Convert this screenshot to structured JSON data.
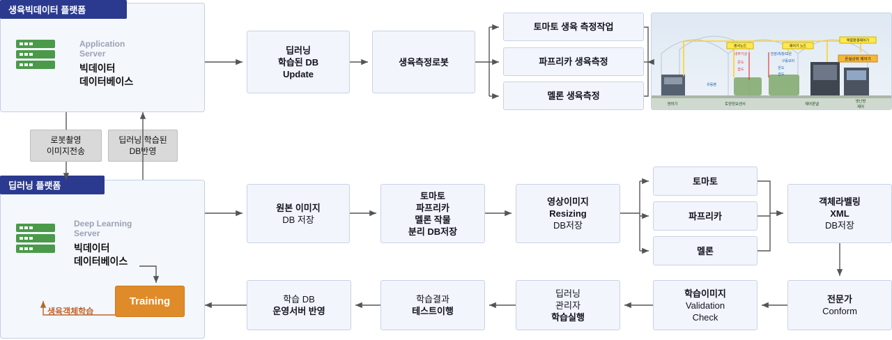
{
  "platforms": {
    "top": {
      "title": "생육빅데이터 플랫폼",
      "server_role": "Application\nServer",
      "server_role_line1": "Application",
      "server_role_line2": "Server",
      "db_line1": "빅데이터",
      "db_line2": "데이터베이스"
    },
    "bottom": {
      "title": "딥러닝 플랫폼",
      "server_role_line1": "Deep Learning",
      "server_role_line2": "Server",
      "db_line1": "빅데이터",
      "db_line2": "데이터베이스",
      "training_label": "Training",
      "learn_label": "생육객체학습"
    }
  },
  "connectors": {
    "robot_image": "로봇촬영\n이미지전송",
    "robot_image_l1": "로봇촬영",
    "robot_image_l2": "이미지전송",
    "db_reflect_l1": "딥러닝 학습된",
    "db_reflect_l2": "DB반영"
  },
  "top_flow": [
    {
      "name": "deep-learning-db-update",
      "lines": [
        {
          "t": "딥러닝",
          "b": true
        },
        {
          "t": "학습된 DB",
          "b": true
        },
        {
          "t": "Update",
          "b": true
        }
      ]
    },
    {
      "name": "growth-measuring-robot",
      "lines": [
        {
          "t": "생육측정로봇",
          "b": true
        }
      ]
    }
  ],
  "top_branches": [
    {
      "name": "tomato-growth-measurement-task",
      "lines": [
        {
          "t": "토마토 생육 측정작업",
          "b": true
        }
      ]
    },
    {
      "name": "paprika-growth-measurement",
      "lines": [
        {
          "t": "파프리카 생육측정",
          "b": true
        }
      ]
    },
    {
      "name": "melon-growth-measurement",
      "lines": [
        {
          "t": "멜론 생육측정",
          "b": true
        }
      ]
    }
  ],
  "photo": {
    "name": "greenhouse-sensor-diagram",
    "labels": [
      "센서노드",
      "제어기 노드",
      "복합환경제어기",
      "내부기상",
      "천장/측창/보온",
      "구동모터",
      "온도",
      "온도",
      "온실상위 제어기",
      "습도",
      "습도",
      "유동팬",
      "영하기",
      "토양정보센서",
      "제어판넬",
      "냉난방 제어"
    ]
  },
  "mid_flow": [
    {
      "name": "original-image-db-save",
      "lines": [
        {
          "t": "원본 이미지",
          "b": true
        },
        {
          "t": "DB 저장",
          "b": false
        }
      ]
    },
    {
      "name": "crop-separation-db-save",
      "lines": [
        {
          "t": "토마토",
          "b": true
        },
        {
          "t": "파프리카",
          "b": true
        },
        {
          "t": "멜론 작물",
          "b": true
        },
        {
          "t": "분리 DB저장",
          "b": true
        }
      ]
    },
    {
      "name": "image-resizing-db-save",
      "lines": [
        {
          "t": "영상이미지",
          "b": true
        },
        {
          "t": "Resizing",
          "b": true
        },
        {
          "t": "DB저장",
          "b": false
        }
      ]
    }
  ],
  "mid_branches": [
    {
      "name": "tomato",
      "lines": [
        {
          "t": "토마토",
          "b": true
        }
      ]
    },
    {
      "name": "paprika",
      "lines": [
        {
          "t": "파프리카",
          "b": true
        }
      ]
    },
    {
      "name": "melon",
      "lines": [
        {
          "t": "멜론",
          "b": true
        }
      ]
    }
  ],
  "right_flow": [
    {
      "name": "object-labeling-xml-db-save",
      "lines": [
        {
          "t": "객체라벨링",
          "b": true
        },
        {
          "t": "XML",
          "b": true
        },
        {
          "t": "DB저장",
          "b": false
        }
      ]
    },
    {
      "name": "expert-conform",
      "lines": [
        {
          "t": "전문가",
          "b": true
        },
        {
          "t": "Conform",
          "b": false
        }
      ]
    }
  ],
  "bottom_flow": [
    {
      "name": "training-image-validation-check",
      "lines": [
        {
          "t": "학습이미지",
          "b": true
        },
        {
          "t": "Validation",
          "b": false
        },
        {
          "t": "Check",
          "b": false
        }
      ]
    },
    {
      "name": "deep-learning-manager-training-run",
      "lines": [
        {
          "t": "딥러닝",
          "b": false
        },
        {
          "t": "관리자",
          "b": false
        },
        {
          "t": "학습실행",
          "b": true
        }
      ]
    },
    {
      "name": "training-result-test-run",
      "lines": [
        {
          "t": "학습결과",
          "b": false
        },
        {
          "t": "테스트이행",
          "b": true
        }
      ]
    },
    {
      "name": "training-db-apply-to-operation-server",
      "lines": [
        {
          "t": "학습 DB",
          "b": false
        },
        {
          "t": "운영서버 반영",
          "b": true
        }
      ]
    }
  ]
}
